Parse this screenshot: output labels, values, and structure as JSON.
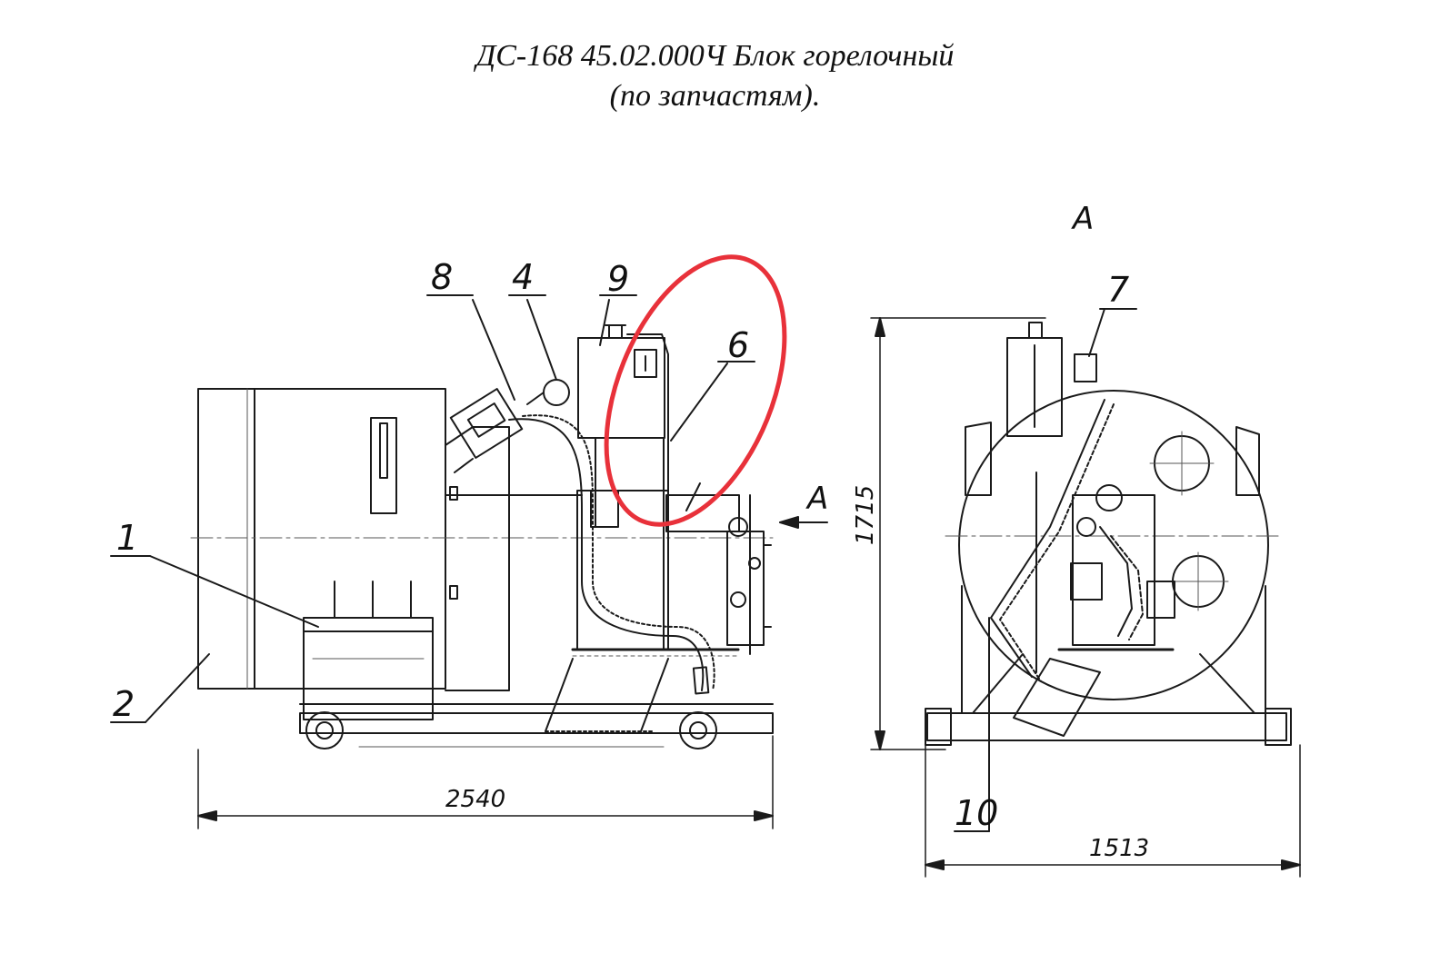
{
  "title": {
    "line1": "ДС-168 45.02.000Ч Блок горелочный",
    "line2": "(по запчастям)."
  },
  "callouts": {
    "c1": "1",
    "c2": "2",
    "c4": "4",
    "c6": "6",
    "c7": "7",
    "c8": "8",
    "c9": "9",
    "c10": "10"
  },
  "dimensions": {
    "length": "2540",
    "width": "1513",
    "height": "1715"
  },
  "view_label": {
    "arrow": "А",
    "header": "А"
  },
  "highlight": {
    "color": "#e8313a",
    "target_callout": "6"
  },
  "colors": {
    "line": "#1a1a1a",
    "thin": "#555555"
  }
}
